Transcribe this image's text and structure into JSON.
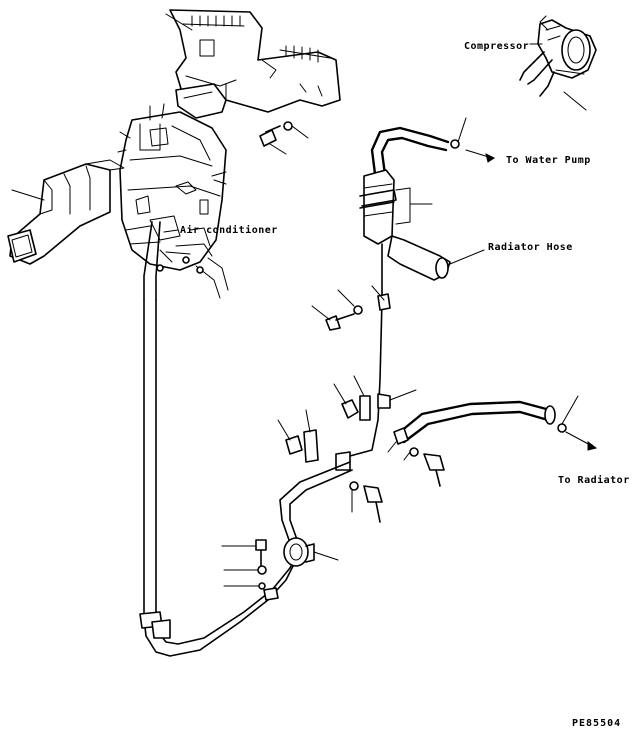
{
  "labels": {
    "compressor": "Compressor",
    "to_water_pump": "To Water Pump",
    "air_conditioner": "Air conditioner",
    "radiator_hose": "Radiator Hose",
    "to_radiator": "To Radiator"
  },
  "drawing_code": "PE85504"
}
